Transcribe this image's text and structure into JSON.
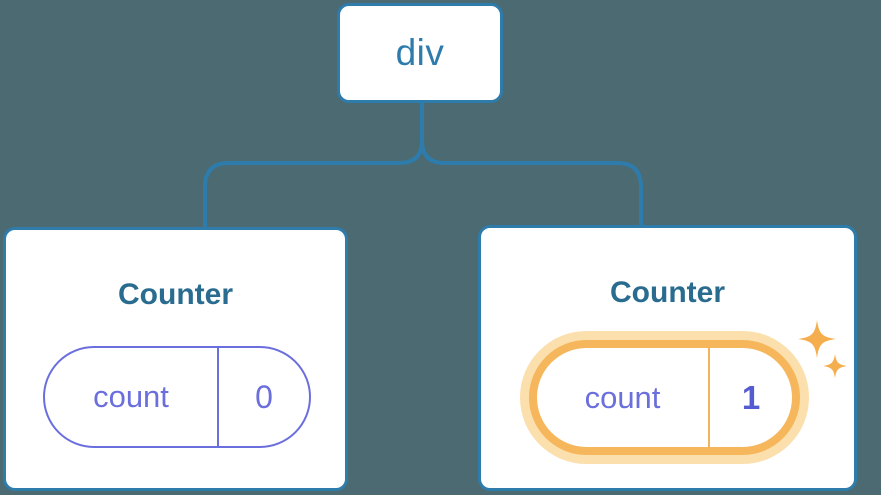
{
  "diagram": {
    "description": "React component tree showing state preservation",
    "root": {
      "label": "div"
    },
    "counters": [
      {
        "title": "Counter",
        "state_key": "count",
        "state_value": "0",
        "highlighted": false
      },
      {
        "title": "Counter",
        "state_key": "count",
        "state_value": "1",
        "highlighted": true
      }
    ]
  },
  "icons": {
    "sparkle": "four-point-star-sparkle"
  },
  "colors": {
    "background": "#4b6a72",
    "connector_blue": "#2e7cac",
    "node_border": "#2e7cac",
    "root_label": "#2e7cac",
    "counter_title": "#2a6c8f",
    "state_purple": "#6b6fdd",
    "state_value_highlight": "#555bd0",
    "highlight_orange": "#f6b65c",
    "highlight_glow": "#fbdfad",
    "sparkle_orange": "#f5ae4e",
    "card_background": "#ffffff"
  }
}
